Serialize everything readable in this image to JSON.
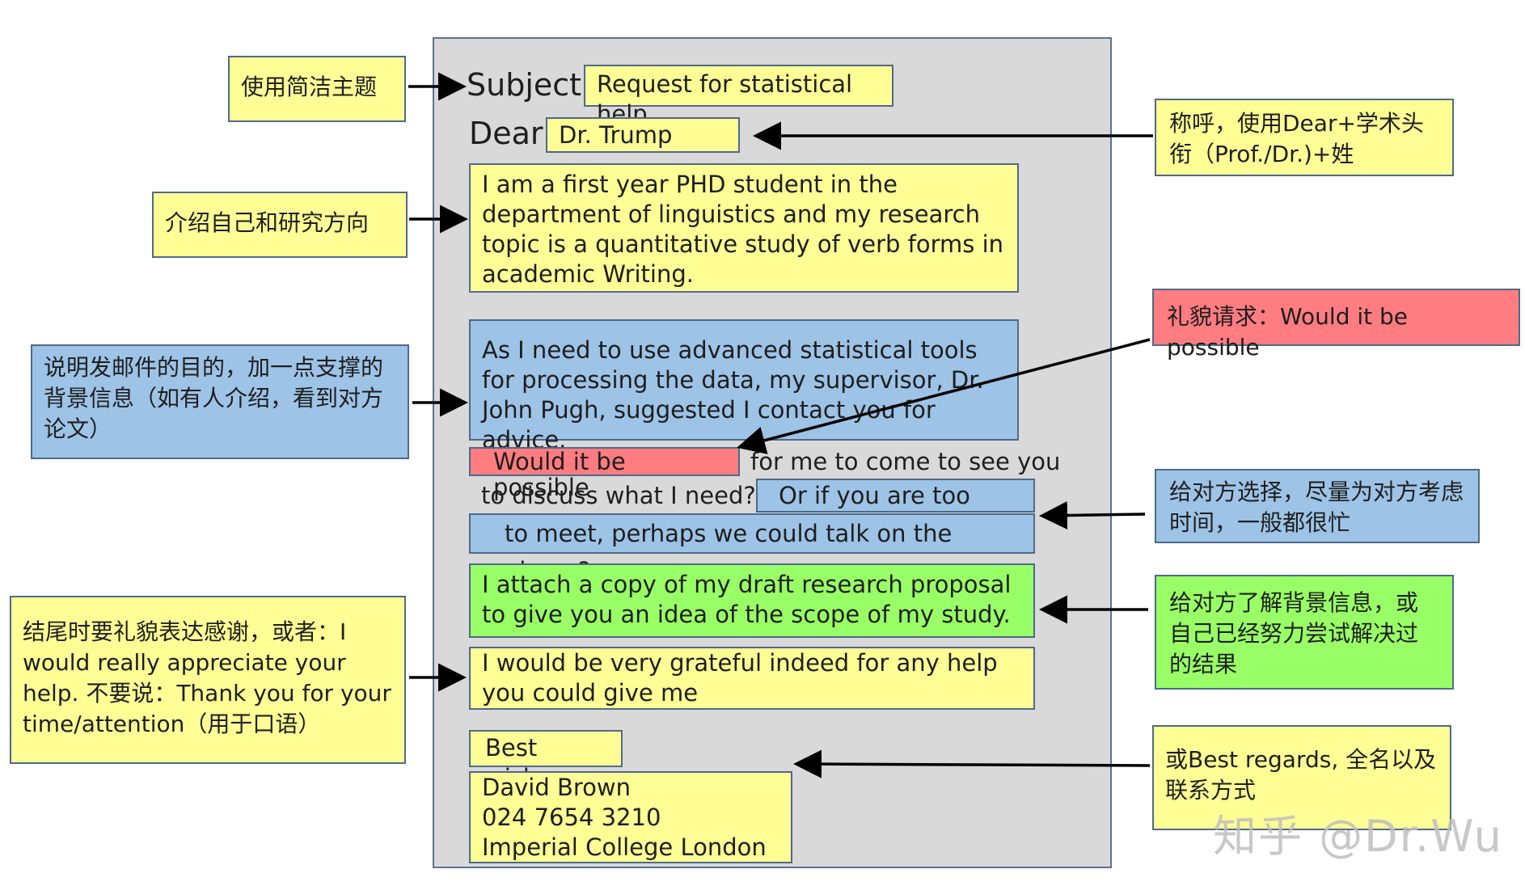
{
  "letter": {
    "subject_label": "Subject:",
    "subject": "Request for statistical help",
    "dear_label": "Dear",
    "dear_name": "Dr. Trump",
    "intro": "I am a first year PHD student in the department of linguistics and my research topic is a quantitative study of verb forms in academic Writing.",
    "purpose": "As I need to use advanced statistical tools for processing the data, my supervisor, Dr. John Pugh, suggested I contact you for advice.",
    "request_highlight": "Would it be possible",
    "request_rest": "for me to come to see you",
    "request_line2": "to discuss what I need?",
    "option_a": "Or if you are too busy",
    "option_b": "to meet, perhaps we could talk on the phone?",
    "attach": "I attach a copy of my draft research proposal to give you an idea of the scope of my study.",
    "thanks": "I would be very grateful indeed for any help you could give me",
    "closing": "Best wishes",
    "signature": [
      "David Brown",
      "024 7654 3210",
      "Imperial College London"
    ]
  },
  "notes": {
    "subject_tip": "使用简洁主题",
    "salutation_tip": "称呼，使用Dear+学术头衔（Prof./Dr.)+姓",
    "intro_tip": "介绍自己和研究方向",
    "polite_tip": "礼貌请求：Would it be possible",
    "purpose_tip": "说明发邮件的目的，加一点支撑的背景信息（如有人介绍，看到对方论文）",
    "option_tip": "给对方选择，尽量为对方考虑时间，一般都很忙",
    "attach_tip": "给对方了解背景信息，或自己已经努力尝试解决过的结果",
    "thanks_tip": "结尾时要礼貌表达感谢，或者：I would really appreciate your help. 不要说：Thank you for your time/attention（用于口语）",
    "sign_tip": "或Best regards, 全名以及联系方式"
  },
  "watermark": "知乎 @Dr.Wu",
  "colors": {
    "yellow": "#ffff96",
    "blue": "#9dc3e6",
    "green": "#99ff66",
    "red": "#ff7c80",
    "letter_bg": "#d9d9d9"
  }
}
